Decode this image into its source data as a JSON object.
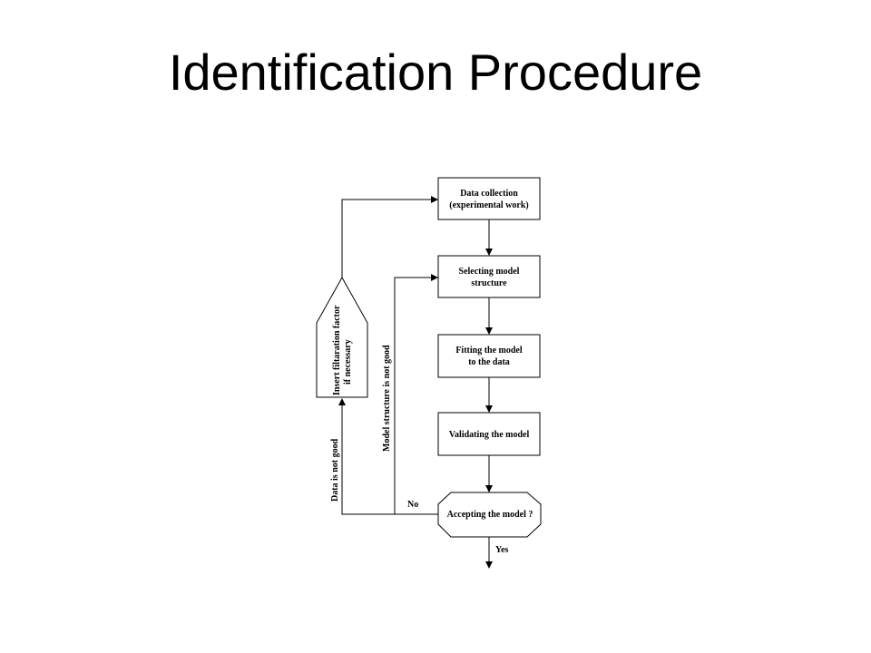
{
  "slide": {
    "title": "Identification Procedure"
  },
  "flowchart": {
    "boxes": {
      "data_collection": [
        "Data collection",
        "(experimental work)"
      ],
      "selecting_structure": [
        "Selecting model",
        "structure"
      ],
      "fitting_model": [
        "Fitting the model",
        "to the data"
      ],
      "validating_model": [
        "Validating the model"
      ],
      "accepting_model": [
        "Accepting the model ?"
      ]
    },
    "side_box": [
      "Insert filtaration factor",
      "if necessary"
    ],
    "edge_labels": {
      "no": "No",
      "yes": "Yes",
      "data_not_good": "Data is not good",
      "structure_not_good": "Model structure is not good"
    }
  }
}
